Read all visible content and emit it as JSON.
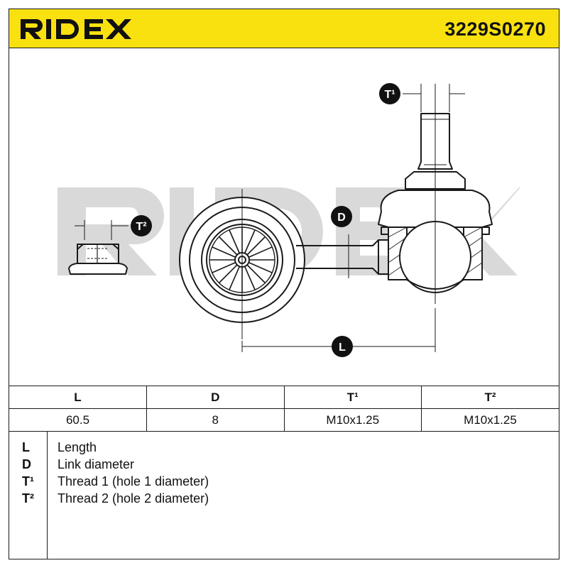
{
  "brand": "RIDEX",
  "part_number": "3229S0270",
  "colors": {
    "header_yellow": "#f9e10f",
    "line": "#1a1a1a",
    "watermark": "#d9d9d9"
  },
  "drawing": {
    "labels": {
      "t1": "T¹",
      "t2": "T²",
      "d": "D",
      "l": "L"
    }
  },
  "table": {
    "headers": [
      "L",
      "D",
      "T¹",
      "T²"
    ],
    "values": [
      "60.5",
      "8",
      "M10x1.25",
      "M10x1.25"
    ]
  },
  "legend": [
    {
      "key": "L",
      "text": "Length"
    },
    {
      "key": "D",
      "text": "Link diameter"
    },
    {
      "key": "T¹",
      "text": "Thread 1 (hole 1 diameter)"
    },
    {
      "key": "T²",
      "text": "Thread 2 (hole 2 diameter)"
    }
  ]
}
